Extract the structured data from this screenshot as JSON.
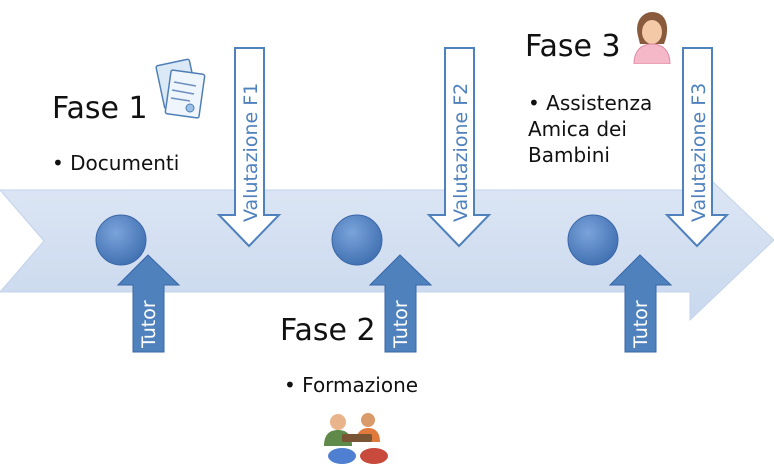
{
  "phases": [
    {
      "title": "Fase 1",
      "bullet": "• Documenti"
    },
    {
      "title": "Fase 2",
      "bullet": "• Formazione"
    },
    {
      "title": "Fase 3",
      "bullet": "• Assistenza Amica dei Bambini"
    }
  ],
  "evaluations": [
    "Valutazione F1",
    "Valutazione F2",
    "Valutazione F3"
  ],
  "tutor_label": "Tutor",
  "colors": {
    "timeline_arrow": "#d6e3f3",
    "milestone": "#4f81bd",
    "tutor_arrow": "#4f81bd",
    "eval_arrow_border": "#4f81bd"
  },
  "icons": [
    "documents-icon",
    "meeting-people-icon",
    "woman-avatar-icon"
  ]
}
